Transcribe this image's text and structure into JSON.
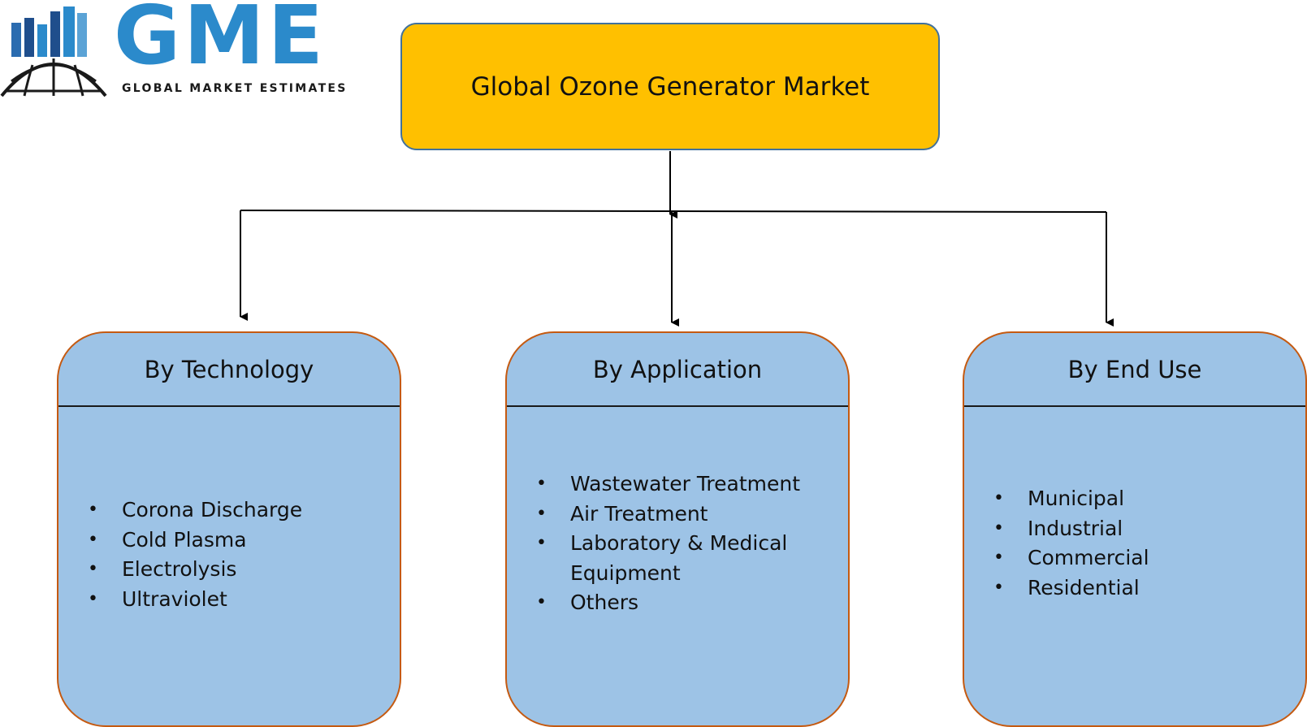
{
  "logo": {
    "brand": "GME",
    "tagline": "GLOBAL MARKET ESTIMATES",
    "colors": {
      "primary": "#2B8ACB",
      "dark": "#1a1a1a"
    }
  },
  "root": {
    "label": "Global Ozone Generator Market",
    "fill": "#FFC000",
    "border": "#41719C"
  },
  "categories": [
    {
      "title": "By Technology",
      "items": [
        "Corona Discharge",
        "Cold Plasma",
        "Electrolysis",
        "Ultraviolet"
      ]
    },
    {
      "title": "By Application",
      "items": [
        "Wastewater Treatment",
        "Air Treatment",
        "Laboratory & Medical Equipment",
        "Others"
      ]
    },
    {
      "title": "By End Use",
      "items": [
        "Municipal",
        "Industrial",
        "Commercial",
        "Residential"
      ]
    }
  ],
  "style": {
    "category_fill": "#9DC3E6",
    "category_border": "#C55A11",
    "connector_color": "#000000"
  }
}
